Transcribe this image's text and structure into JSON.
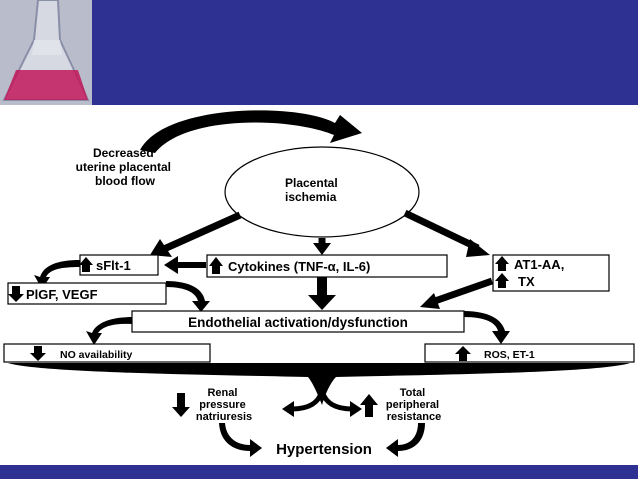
{
  "header": {
    "background_color": "#2e3192"
  },
  "diagram": {
    "decreased_flow": [
      "Decreased",
      "uterine placental",
      "blood  flow"
    ],
    "placental_ischemia": [
      "Placental",
      "ischemia"
    ],
    "sflt1": "sFlt-1",
    "cytokines": "Cytokines (TNF-α, IL-6)",
    "at1aa": "AT1-AA,",
    "tx": "TX",
    "plgf_vegf": "PlGF, VEGF",
    "endothelial": "Endothelial activation/dysfunction",
    "no_availability": "NO availability",
    "ros_et1": "ROS, ET-1",
    "renal": [
      "Renal",
      "pressure",
      "natriuresis"
    ],
    "total_peripheral": [
      "Total",
      "peripheral",
      "resistance"
    ],
    "hypertension": "Hypertension"
  }
}
